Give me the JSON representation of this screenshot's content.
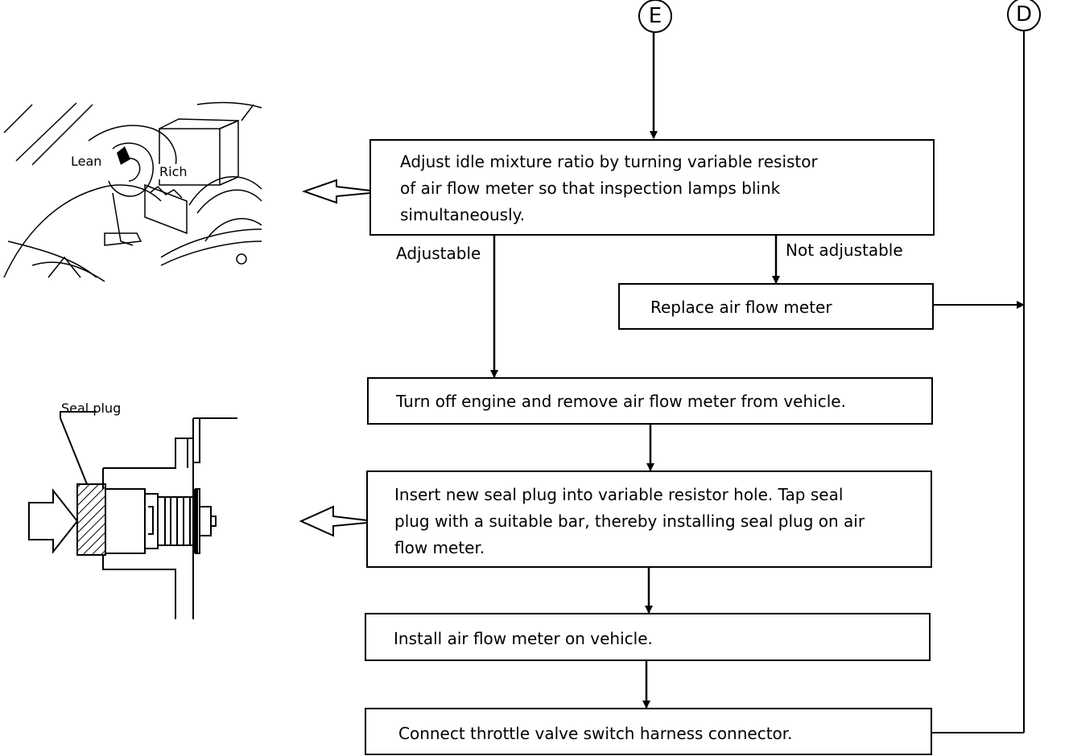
{
  "connectors": {
    "e": "E",
    "d": "D"
  },
  "steps": {
    "adjust_idle": "Adjust idle mixture ratio by turning variable resistor\nof air flow meter so that inspection lamps blink\nsimultaneously.",
    "replace_afm": "Replace air flow meter",
    "turn_off": "Turn off engine and remove air flow meter from vehicle.",
    "insert_plug": "Insert new seal plug into variable resistor hole.  Tap seal\nplug with a suitable bar, thereby installing seal plug on air\nflow meter.",
    "install_afm": "Install air flow meter on vehicle.",
    "connect_switch": "Connect throttle valve switch harness connector."
  },
  "branches": {
    "adjustable": "Adjustable",
    "not_adjustable": "Not adjustable"
  },
  "illustrations": {
    "resistor": {
      "lean_label": "Lean",
      "rich_label": "Rich"
    },
    "seal_plug": {
      "label": "Seal plug"
    }
  }
}
